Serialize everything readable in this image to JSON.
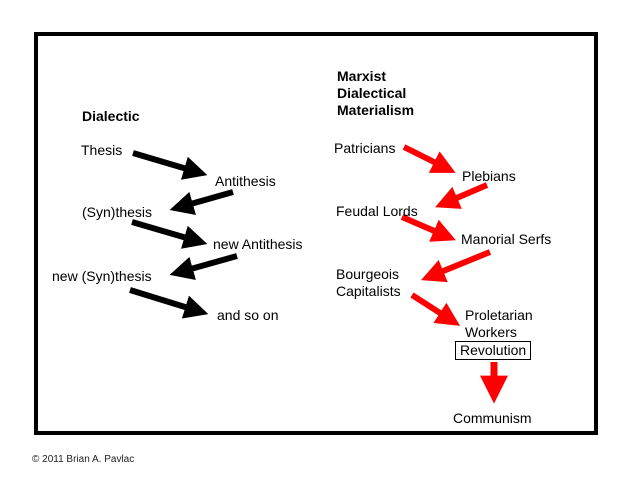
{
  "dialectic": {
    "heading": "Dialectic",
    "thesis": "Thesis",
    "antithesis": "Antithesis",
    "synthesis_1": "(Syn)thesis",
    "new_antithesis": "new Antithesis",
    "new_synthesis": "new (Syn)thesis",
    "and_so_on": "and so on"
  },
  "marxist": {
    "heading_line1": "Marxist",
    "heading_line2": "Dialectical",
    "heading_line3": "Materialism",
    "patricians": "Patricians",
    "plebians": "Plebians",
    "feudal_lords": "Feudal Lords",
    "manorial_serfs": "Manorial Serfs",
    "bourgeois_line1": "Bourgeois",
    "bourgeois_line2": "Capitalists",
    "proletarian_line1": "Proletarian",
    "proletarian_line2": "Workers",
    "revolution": "Revolution",
    "communism": "Communism"
  },
  "footer": {
    "copyright": "© 2011 Brian A. Pavlac"
  },
  "colors": {
    "dialectic_arrow": "#000000",
    "marxist_arrow": "#ff0000",
    "frame": "#000000"
  }
}
